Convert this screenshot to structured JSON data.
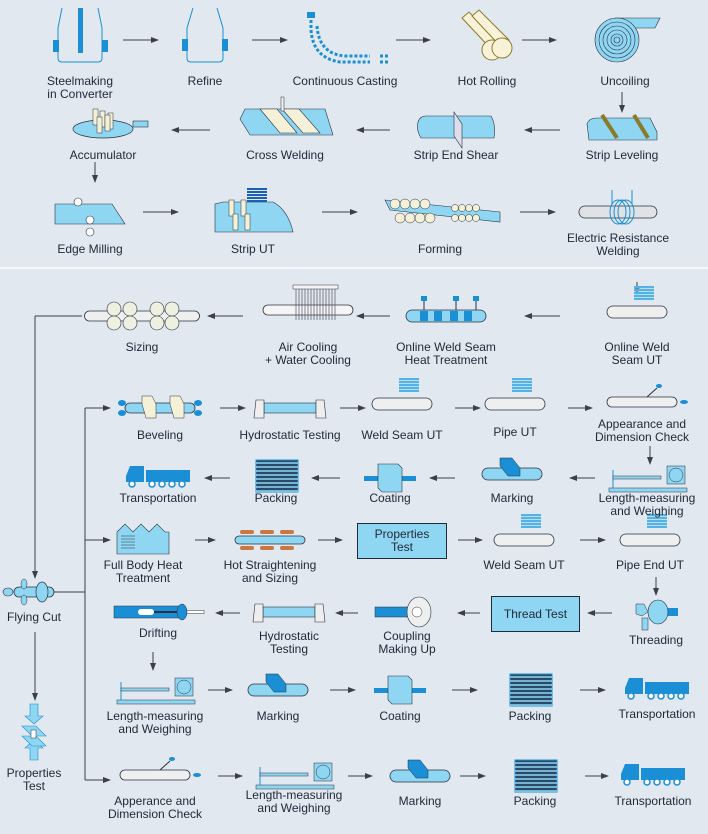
{
  "colors": {
    "background": "#e1e8ef",
    "accent_blue": "#1a8fd6",
    "light_blue": "#8fd6f2",
    "line": "#3a3f48",
    "text": "#222a3a"
  },
  "steps": [
    {
      "id": "steelmaking",
      "lines": [
        "Steelmaking",
        "in Converter"
      ],
      "icon": "converter-icon"
    },
    {
      "id": "refine",
      "lines": [
        "Refine"
      ],
      "icon": "refine-vessel-icon"
    },
    {
      "id": "continuous-casting",
      "lines": [
        "Continuous Casting"
      ],
      "icon": "casting-icon"
    },
    {
      "id": "hot-rolling",
      "lines": [
        "Hot Rolling"
      ],
      "icon": "rolls-icon"
    },
    {
      "id": "uncoiling",
      "lines": [
        "Uncoiling"
      ],
      "icon": "coil-icon"
    },
    {
      "id": "strip-leveling",
      "lines": [
        "Strip Leveling"
      ],
      "icon": "strip-rollers-icon"
    },
    {
      "id": "strip-end-shear",
      "lines": [
        "Strip End Shear"
      ],
      "icon": "shear-icon"
    },
    {
      "id": "cross-welding",
      "lines": [
        "Cross Welding"
      ],
      "icon": "cross-weld-icon"
    },
    {
      "id": "accumulator",
      "lines": [
        "Accumulator"
      ],
      "icon": "accumulator-icon"
    },
    {
      "id": "edge-milling",
      "lines": [
        "Edge Milling"
      ],
      "icon": "edge-mill-icon"
    },
    {
      "id": "strip-ut",
      "lines": [
        "Strip UT"
      ],
      "icon": "strip-ut-icon"
    },
    {
      "id": "forming",
      "lines": [
        "Forming"
      ],
      "icon": "forming-icon"
    },
    {
      "id": "erw",
      "lines": [
        "Electric Resistance",
        "Welding"
      ],
      "icon": "induction-coil-icon"
    },
    {
      "id": "online-ut",
      "lines": [
        "Online Weld",
        "Seam UT"
      ],
      "icon": "pipe-ut-icon"
    },
    {
      "id": "online-heat",
      "lines": [
        "Online Weld Seam",
        "Heat Treatment"
      ],
      "icon": "heat-treat-icon"
    },
    {
      "id": "cooling",
      "lines": [
        "Air Cooling",
        "+ Water Cooling"
      ],
      "icon": "cooling-icon"
    },
    {
      "id": "sizing",
      "lines": [
        "Sizing"
      ],
      "icon": "sizing-rolls-icon"
    },
    {
      "id": "flying-cut",
      "lines": [
        "Flying Cut"
      ],
      "icon": "cutter-icon"
    },
    {
      "id": "properties-test-left",
      "lines": [
        "Properties",
        "Test"
      ],
      "icon": "tensile-test-icon"
    },
    {
      "id": "beveling",
      "lines": [
        "Beveling"
      ],
      "icon": "bevel-icon"
    },
    {
      "id": "hydro-1",
      "lines": [
        "Hydrostatic Testing"
      ],
      "icon": "hydrostatic-icon"
    },
    {
      "id": "weld-ut-1",
      "lines": [
        "Weld Seam UT"
      ],
      "icon": "pipe-ut-icon"
    },
    {
      "id": "pipe-ut",
      "lines": [
        "Pipe UT"
      ],
      "icon": "pipe-ut-icon"
    },
    {
      "id": "appearance-1",
      "lines": [
        "Appearance and",
        "Dimension Check"
      ],
      "icon": "inspection-icon"
    },
    {
      "id": "length-1",
      "lines": [
        "Length-measuring",
        "and Weighing"
      ],
      "icon": "scale-icon"
    },
    {
      "id": "marking-1",
      "lines": [
        "Marking"
      ],
      "icon": "marking-icon"
    },
    {
      "id": "coating-1",
      "lines": [
        "Coating"
      ],
      "icon": "coating-icon"
    },
    {
      "id": "packing-1",
      "lines": [
        "Packing"
      ],
      "icon": "pipe-bundle-icon"
    },
    {
      "id": "transport-1",
      "lines": [
        "Transportation"
      ],
      "icon": "truck-icon"
    },
    {
      "id": "full-body-heat",
      "lines": [
        "Full Body Heat",
        "Treatment"
      ],
      "icon": "furnace-icon"
    },
    {
      "id": "hot-straightening",
      "lines": [
        "Hot Straightening",
        "and Sizing"
      ],
      "icon": "straightening-icon"
    },
    {
      "id": "properties-test-box",
      "lines": [
        "Properties",
        "Test"
      ],
      "icon": "box"
    },
    {
      "id": "weld-ut-2",
      "lines": [
        "Weld Seam UT"
      ],
      "icon": "pipe-ut-icon"
    },
    {
      "id": "pipe-end-ut",
      "lines": [
        "Pipe End UT"
      ],
      "icon": "pipe-ut-icon"
    },
    {
      "id": "threading",
      "lines": [
        "Threading"
      ],
      "icon": "threading-icon"
    },
    {
      "id": "thread-test",
      "lines": [
        "Thread Test"
      ],
      "icon": "box"
    },
    {
      "id": "coupling",
      "lines": [
        "Coupling",
        "Making Up"
      ],
      "icon": "coupling-icon"
    },
    {
      "id": "hydro-2",
      "lines": [
        "Hydrostatic",
        "Testing"
      ],
      "icon": "hydrostatic-icon"
    },
    {
      "id": "drifting",
      "lines": [
        "Drifting"
      ],
      "icon": "drift-icon"
    },
    {
      "id": "length-2",
      "lines": [
        "Length-measuring",
        "and Weighing"
      ],
      "icon": "scale-icon"
    },
    {
      "id": "marking-2",
      "lines": [
        "Marking"
      ],
      "icon": "marking-icon"
    },
    {
      "id": "coating-2",
      "lines": [
        "Coating"
      ],
      "icon": "coating-icon"
    },
    {
      "id": "packing-2",
      "lines": [
        "Packing"
      ],
      "icon": "pipe-bundle-icon"
    },
    {
      "id": "transport-2",
      "lines": [
        "Transportation"
      ],
      "icon": "truck-icon"
    },
    {
      "id": "appearance-2",
      "lines": [
        "Apperance and",
        "Dimension Check"
      ],
      "icon": "inspection-icon"
    },
    {
      "id": "length-3",
      "lines": [
        "Length-measuring",
        "and Weighing"
      ],
      "icon": "scale-icon"
    },
    {
      "id": "marking-3",
      "lines": [
        "Marking"
      ],
      "icon": "marking-icon"
    },
    {
      "id": "packing-3",
      "lines": [
        "Packing"
      ],
      "icon": "pipe-bundle-icon"
    },
    {
      "id": "transport-3",
      "lines": [
        "Transportation"
      ],
      "icon": "truck-icon"
    }
  ]
}
